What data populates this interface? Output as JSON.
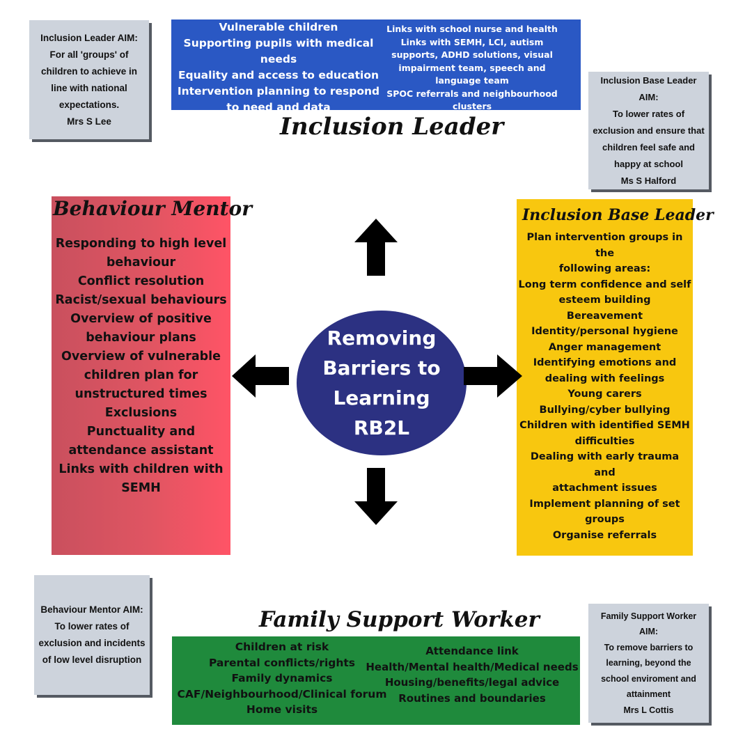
{
  "aims": {
    "inclusion_leader": [
      "Inclusion Leader AIM:",
      "For all 'groups' of",
      "children to achieve in",
      "line with national",
      "expectations.",
      "Mrs S Lee"
    ],
    "inclusion_base_leader": [
      "Inclusion Base Leader",
      "AIM:",
      "To lower rates of",
      "exclusion and ensure that",
      "children feel safe and",
      "happy at school",
      "Ms S Halford"
    ],
    "behaviour_mentor": [
      "Behaviour Mentor AIM:",
      "To lower rates of",
      "exclusion and incidents",
      "of low level disruption"
    ],
    "family_support_worker": [
      "Family Support Worker",
      "AIM:",
      "To remove barriers to",
      "learning, beyond the",
      "school enviroment and",
      "attainment",
      "Mrs L Cottis"
    ]
  },
  "inclusion_leader": {
    "title": "Inclusion Leader",
    "left_items": [
      "Vulnerable children",
      "Supporting pupils with medical needs",
      "Equality and access to education",
      "Intervention planning to respond",
      "to need and data"
    ],
    "right_items": [
      "Links with school nurse and health",
      "Links with SEMH, LCI, autism",
      "supports, ADHD solutions, visual",
      "impairment team, speech and",
      "language team",
      "SPOC referrals and neighbourhood clusters"
    ]
  },
  "behaviour_mentor": {
    "title": "Behaviour Mentor",
    "items": [
      "Responding to high level",
      "behaviour",
      "Conflict resolution",
      "Racist/sexual behaviours",
      "Overview of positive",
      "behaviour plans",
      "Overview of vulnerable",
      "children plan for",
      "unstructured times",
      "Exclusions",
      "Punctuality and",
      "attendance assistant",
      "Links with children with",
      "SEMH"
    ]
  },
  "inclusion_base_leader": {
    "title": "Inclusion Base Leader",
    "items": [
      "Plan intervention groups in",
      "the",
      "following areas:",
      "Long term confidence and self",
      "esteem building",
      "Bereavement",
      "Identity/personal hygiene",
      "Anger management",
      "Identifying emotions and",
      "dealing with feelings",
      "Young carers",
      "Bullying/cyber bullying",
      "Children with identified SEMH",
      "difficulties",
      "Dealing with early trauma",
      "and",
      "attachment issues",
      "Implement planning of set",
      "groups",
      "Organise referrals"
    ]
  },
  "family_support_worker": {
    "title": "Family Support Worker",
    "left_items": [
      "Children at risk",
      "Parental conflicts/rights",
      "Family dynamics",
      "CAF/Neighbourhood/Clinical forum",
      "Home visits"
    ],
    "right_items": [
      "Attendance link",
      "Health/Mental health/Medical needs",
      "Housing/benefits/legal advice",
      "Routines and boundaries"
    ]
  },
  "center": {
    "lines": [
      "Removing",
      "Barriers to",
      "Learning",
      "RB2L"
    ]
  },
  "colors": {
    "blue_box": "#2a58c4",
    "red_box": "#e05562",
    "yellow_box": "#f8c70f",
    "green_box": "#1f8a3c",
    "center_circle": "#2c3182",
    "aim_box": "#cdd3dc"
  },
  "icons": [
    "arrow-up-icon",
    "arrow-down-icon",
    "arrow-left-icon",
    "arrow-right-icon"
  ]
}
